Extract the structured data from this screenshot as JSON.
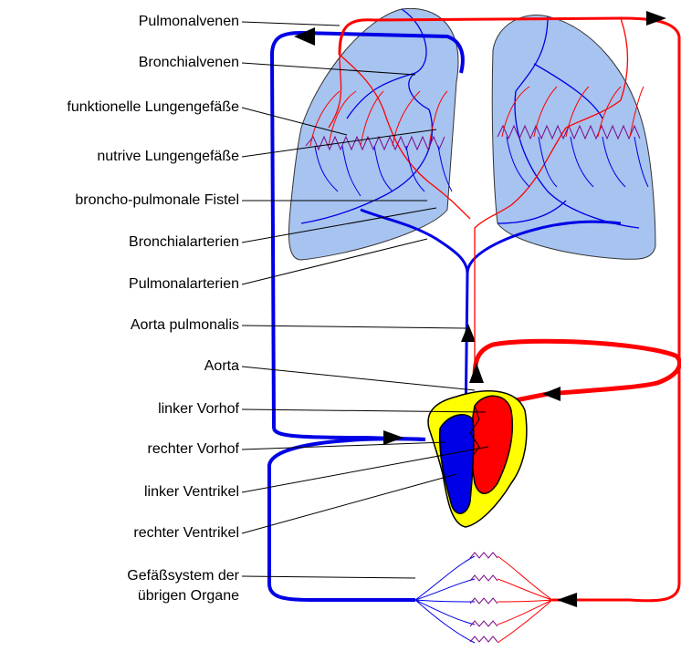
{
  "labels": {
    "pulmonalvenen": "Pulmonalvenen",
    "bronchialvenen": "Bronchialvenen",
    "funktionelle": "funktionelle Lungengefäße",
    "nutrive": "nutrive Lungengefäße",
    "fistel": "broncho-pulmonale Fistel",
    "bronchialarterien": "Bronchialarterien",
    "pulmonalarterien": "Pulmonalarterien",
    "aorta_pulmonalis": "Aorta pulmonalis",
    "aorta": "Aorta",
    "linker_vorhof": "linker Vorhof",
    "rechter_vorhof": "rechter Vorhof",
    "linker_ventrikel": "linker Ventrikel",
    "rechter_ventrikel": "rechter Ventrikel",
    "organe_line1": "Gefäßsystem der",
    "organe_line2": "übrigen Organe"
  },
  "colors": {
    "lung_fill": "#a7c3f0",
    "arterial_red": "#ff0000",
    "venous_blue": "#0000e6",
    "heart_yellow": "#ffff00",
    "capillary_purple": "#7a0a8a"
  }
}
